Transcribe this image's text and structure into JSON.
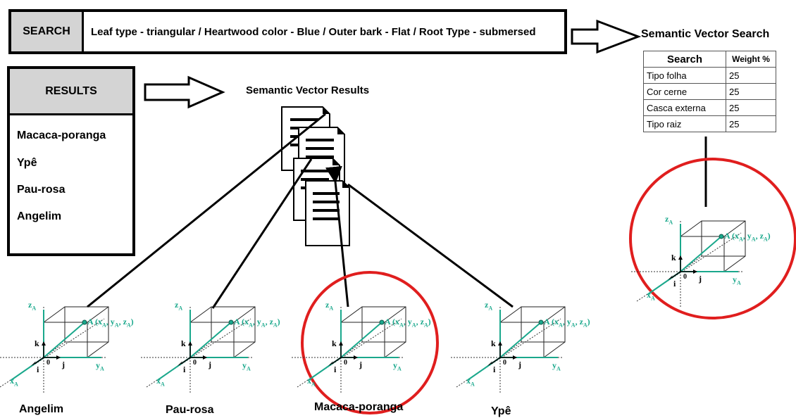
{
  "search": {
    "label": "SEARCH",
    "query": "Leaf type - triangular / Heartwood color - Blue / Outer bark - Flat / Root Type - submersed"
  },
  "semantic_vector_search": {
    "title": "Semantic Vector Search",
    "table": {
      "headers": [
        "Search",
        "Weight %"
      ],
      "rows": [
        [
          "Tipo folha",
          "25"
        ],
        [
          "Cor cerne",
          "25"
        ],
        [
          "Casca externa",
          "25"
        ],
        [
          "Tipo raiz",
          "25"
        ]
      ]
    }
  },
  "results": {
    "label": "RESULTS",
    "items": [
      "Macaca-poranga",
      "Ypê",
      "Pau-rosa",
      "Angelim"
    ]
  },
  "semantic_vector_results": {
    "title": "Semantic Vector Results"
  },
  "vector_captions": [
    "Angelim",
    "Pau-rosa",
    "Macaca-poranga",
    "Ypê"
  ],
  "axis_labels": {
    "z": "z",
    "y": "y",
    "x": "x",
    "subscript": "A",
    "origin": "0",
    "point": "A (x",
    "point_y": ", y",
    "point_z": ", z",
    "point_close": ")",
    "k": "k",
    "i": "i",
    "j": "j"
  },
  "colors": {
    "accent": "#1aa88c",
    "highlight_circle": "#e01e1e",
    "header_fill": "#d4d4d4"
  }
}
